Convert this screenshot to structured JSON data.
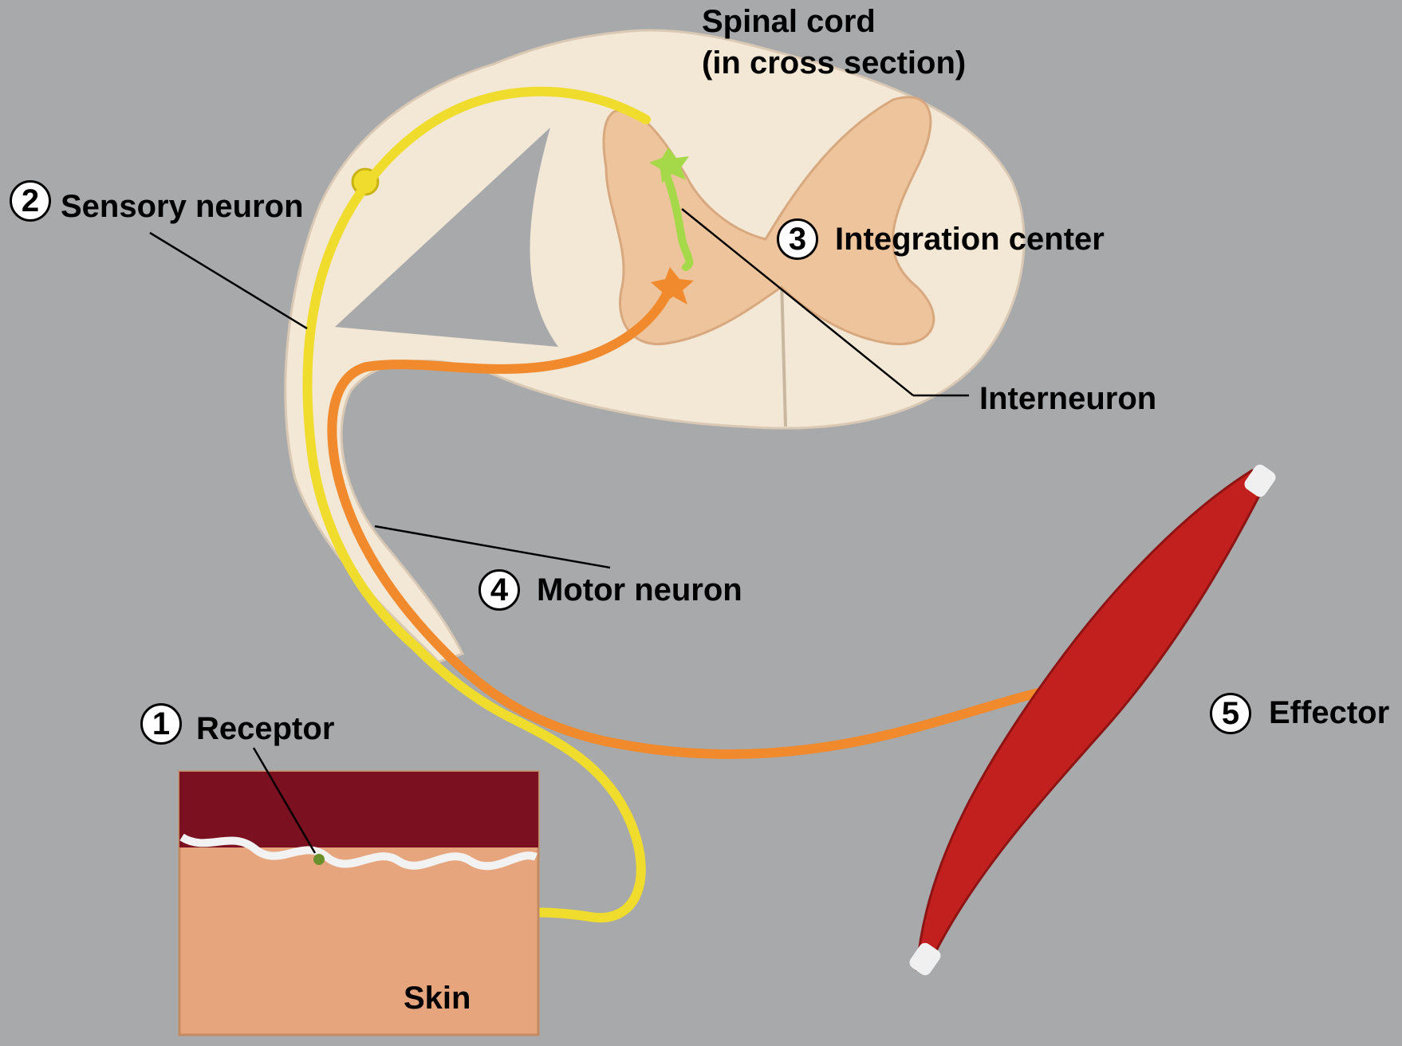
{
  "labels": {
    "spinal_cord_line1": "Spinal cord",
    "spinal_cord_line2": "(in cross section)",
    "sensory_neuron": "Sensory neuron",
    "integration_center": "Integration center",
    "interneuron": "Interneuron",
    "motor_neuron": "Motor neuron",
    "receptor": "Receptor",
    "effector": "Effector",
    "skin": "Skin"
  },
  "steps": [
    "1",
    "2",
    "3",
    "4",
    "5"
  ],
  "colors": {
    "background": "#a7a9ab",
    "cord_white_matter": "#f3e7d6",
    "cord_gray_matter": "#eec49c",
    "sensory_neuron": "#f0dc2c",
    "motor_neuron": "#f08a2c",
    "interneuron": "#a6d94a",
    "muscle": "#c2201e",
    "skin_dermis": "#e6a57c",
    "skin_epidermis": "#7a1020"
  }
}
